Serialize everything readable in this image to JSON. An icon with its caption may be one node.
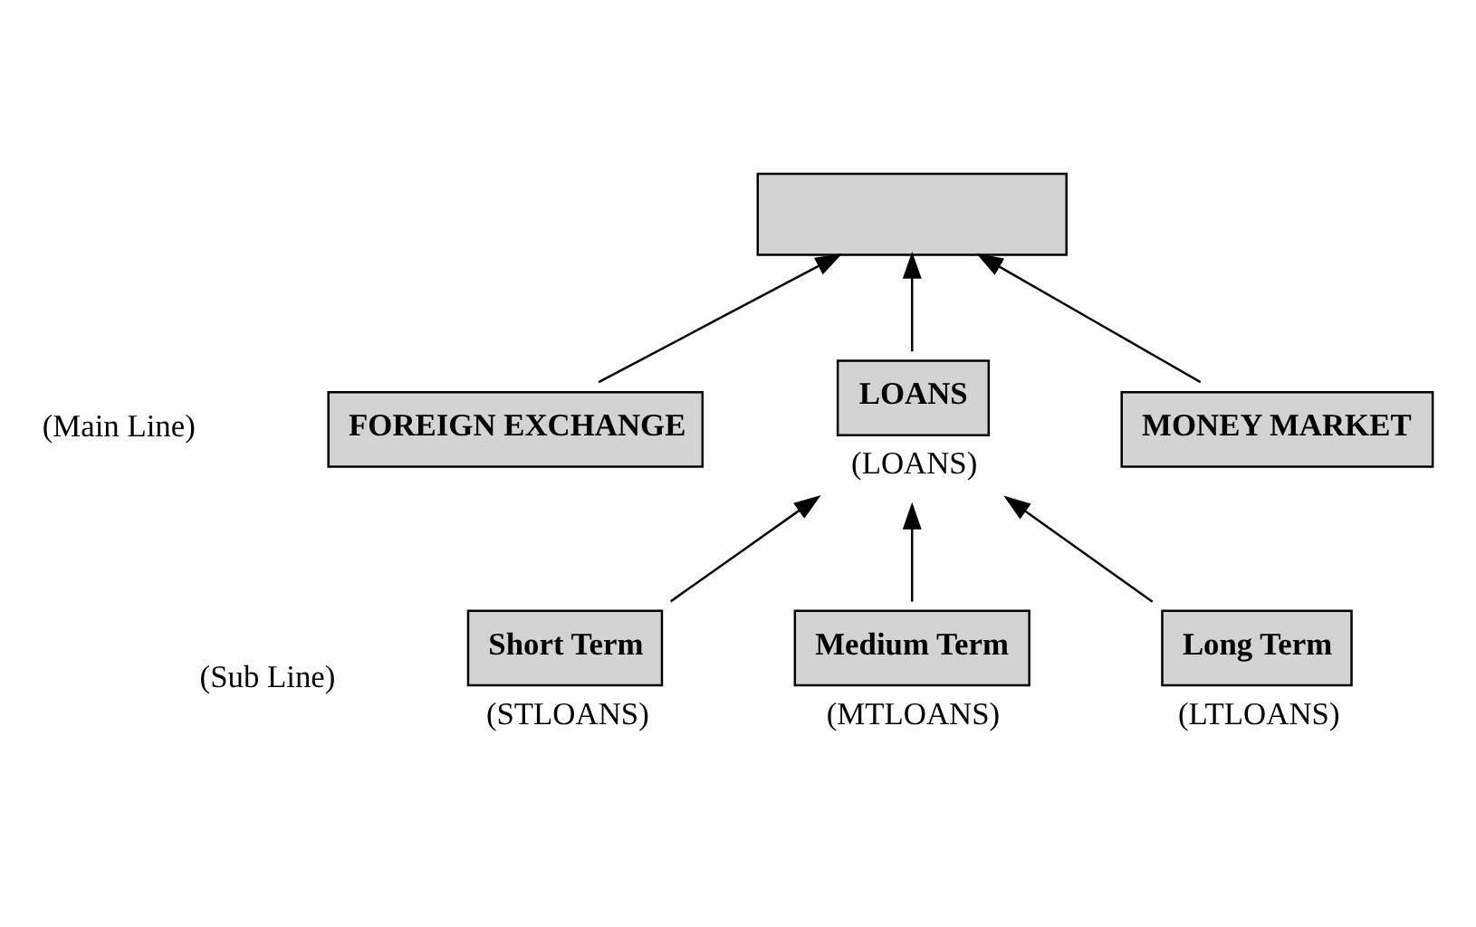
{
  "diagram": {
    "nodes": [
      {
        "text": [],
        "shape": "box"
      },
      {
        "text": [
          "FOREIGN EXCHANGE"
        ]
      },
      {
        "text": [
          "LOANS"
        ],
        "beside": [
          "(LOANS)"
        ]
      },
      {
        "text": [
          "MONEY MARKET"
        ]
      },
      {
        "text": [
          "Short Term"
        ],
        "beside": [
          "(STLOANS)"
        ]
      },
      {
        "text": [
          "Medium Term"
        ],
        "beside": [
          "(MTLOANS)"
        ]
      },
      {
        "text": [
          "Long Term"
        ],
        "beside": [
          "(LTLOANS)"
        ]
      }
    ],
    "edges": [
      {
        "from": 1,
        "to": 0,
        "arrow": "to"
      },
      {
        "from": 2,
        "to": 0,
        "arrow": "to"
      },
      {
        "from": 3,
        "to": 0,
        "arrow": "to"
      },
      {
        "from": 4,
        "to": 2,
        "arrow": "to"
      },
      {
        "from": 5,
        "to": 2,
        "arrow": "to"
      },
      {
        "from": 6,
        "to": 2,
        "arrow": "to"
      }
    ],
    "labels": [
      "(Main Line)",
      "(Sub Line)"
    ]
  }
}
